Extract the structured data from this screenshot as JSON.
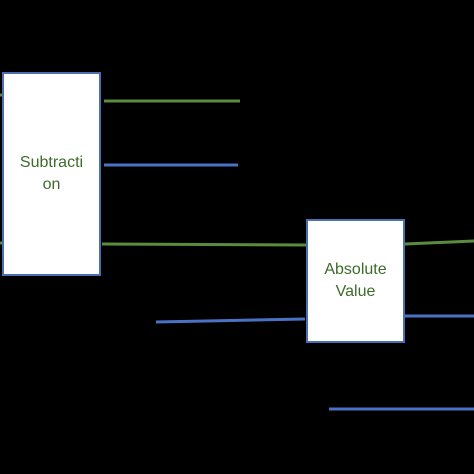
{
  "colors": {
    "background": "#000000",
    "green_wire": "#5b8c3e",
    "blue_wire": "#4a72c4",
    "block_fill": "#ffffff",
    "block_border": "#4a6fb5",
    "label_text": "#3d6b2a"
  },
  "blocks": {
    "subtraction": {
      "line1": "Subtracti",
      "line2": "on"
    },
    "absolute_value": {
      "line1": "Absolute",
      "line2": "Value"
    }
  }
}
